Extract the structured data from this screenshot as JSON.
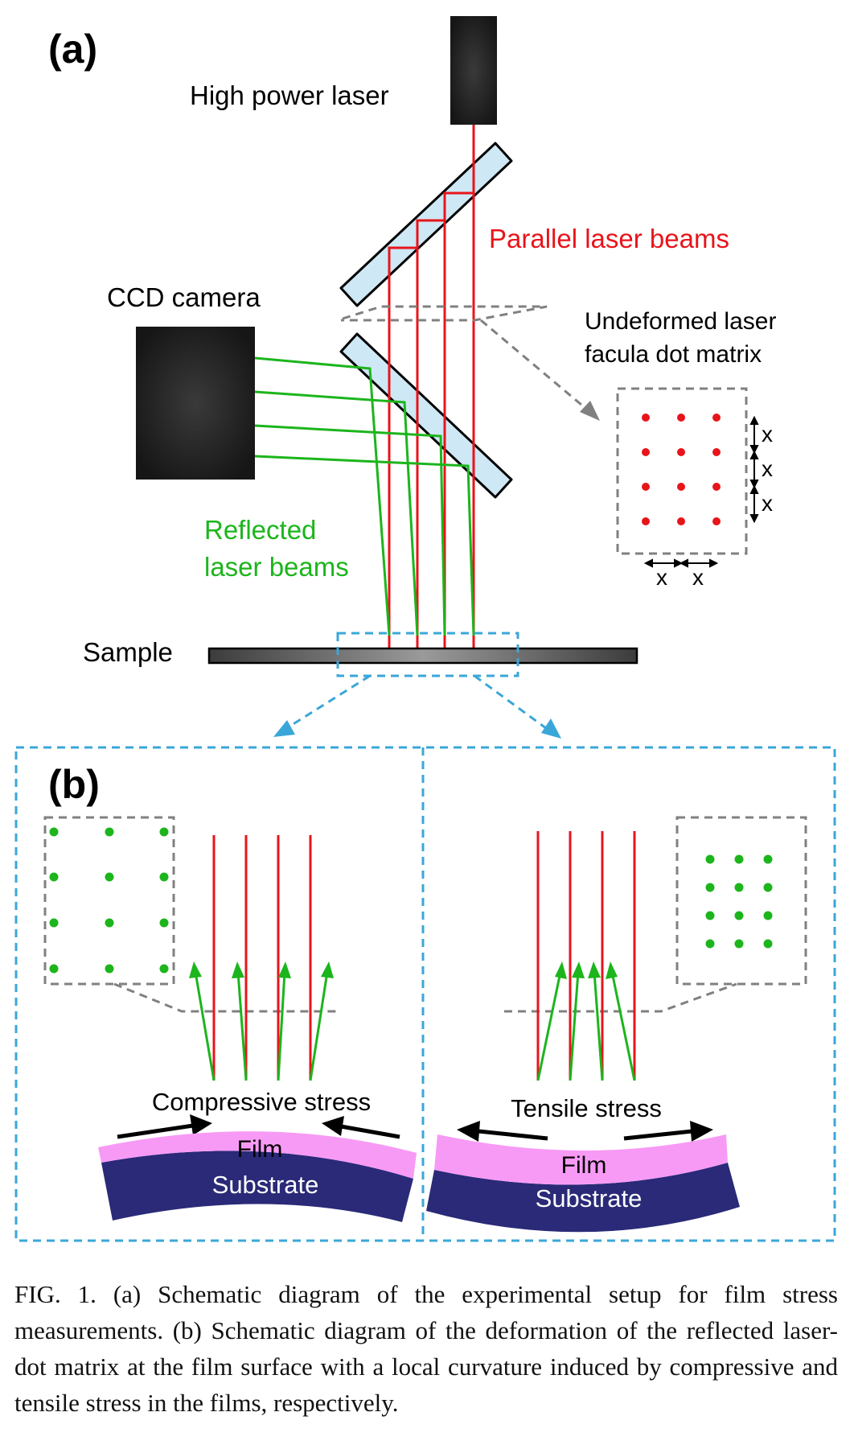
{
  "panel_a": {
    "label": "(a)",
    "laser_label": "High power laser",
    "parallel_label": "Parallel laser beams",
    "ccd_label": "CCD camera",
    "undeformed_line1": "Undeformed laser",
    "undeformed_line2": "facula dot matrix",
    "reflected_line1": "Reflected",
    "reflected_line2": "laser beams",
    "sample_label": "Sample",
    "spacing_symbol": "x"
  },
  "panel_b": {
    "label": "(b)",
    "compressive_label": "Compressive stress",
    "tensile_label": "Tensile stress",
    "film_label": "Film",
    "substrate_label": "Substrate"
  },
  "colors": {
    "incident_beam": "#e8141b",
    "reflected_beam": "#1cb51c",
    "dash_blue": "#3aa7d8",
    "dash_gray": "#808080",
    "film": "#f79af5",
    "substrate": "#2a2a78",
    "splitter": "#cfe8f5",
    "device": "#1e1e1e"
  },
  "caption": {
    "text": "FIG. 1.  (a) Schematic diagram of the experimental setup for film stress measurements. (b) Schematic diagram of the deformation of the reflected laser-dot matrix at the film surface with a local curvature induced by compressive and tensile stress in the films, respectively."
  }
}
